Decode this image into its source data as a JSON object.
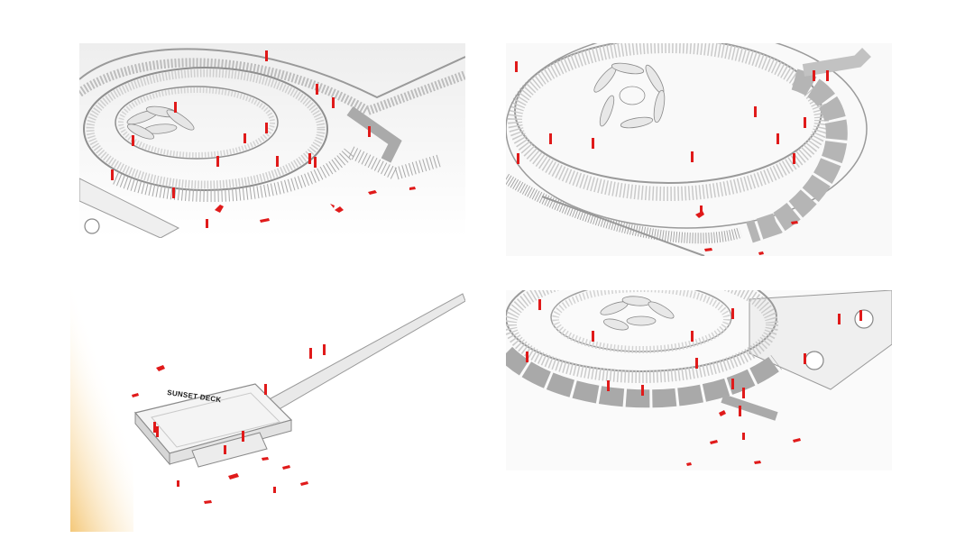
{
  "panels": [
    {
      "id": "spiral-perspective-a"
    },
    {
      "id": "spiral-perspective-b"
    },
    {
      "id": "sunset-deck-perspective",
      "label": "SUNSET DECK"
    },
    {
      "id": "spiral-perspective-c"
    }
  ],
  "colors": {
    "figure": "#e01a1a",
    "structure": "#d9d9d9",
    "edge": "#9a9a9a",
    "background": "#ffffff",
    "glow": "#f3c26a"
  }
}
